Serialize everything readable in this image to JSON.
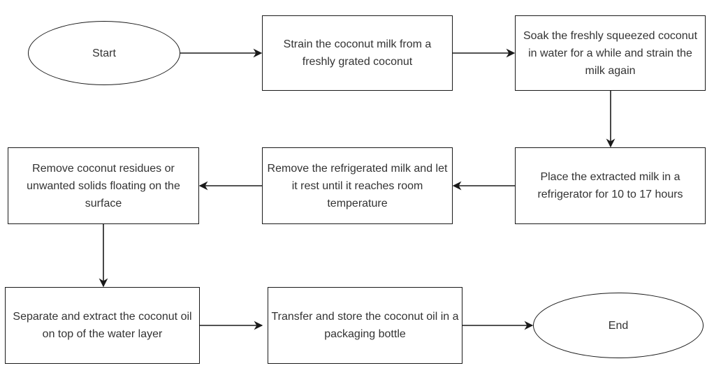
{
  "diagram": {
    "type": "flowchart",
    "title": "Coconut oil extraction process",
    "nodes": [
      {
        "id": "start",
        "shape": "ellipse",
        "label": "Start"
      },
      {
        "id": "step1",
        "shape": "rectangle",
        "label": "Strain the coconut milk from a freshly grated coconut"
      },
      {
        "id": "step2",
        "shape": "rectangle",
        "label": "Soak the freshly squeezed coconut in water for a while and strain the milk again"
      },
      {
        "id": "step3",
        "shape": "rectangle",
        "label": "Place the extracted milk in a refrigerator for 10 to 17 hours"
      },
      {
        "id": "step4",
        "shape": "rectangle",
        "label": "Remove the refrigerated milk and let it rest until it reaches room temperature"
      },
      {
        "id": "step5",
        "shape": "rectangle",
        "label": "Remove coconut residues or unwanted solids floating on the surface"
      },
      {
        "id": "step6",
        "shape": "rectangle",
        "label": "Separate and extract the coconut oil on top of the water layer"
      },
      {
        "id": "step7",
        "shape": "rectangle",
        "label": "Transfer and store the coconut oil in a packaging bottle"
      },
      {
        "id": "end",
        "shape": "ellipse",
        "label": "End"
      }
    ],
    "edges": [
      {
        "from": "start",
        "to": "step1"
      },
      {
        "from": "step1",
        "to": "step2"
      },
      {
        "from": "step2",
        "to": "step3"
      },
      {
        "from": "step3",
        "to": "step4"
      },
      {
        "from": "step4",
        "to": "step5"
      },
      {
        "from": "step5",
        "to": "step6"
      },
      {
        "from": "step6",
        "to": "step7"
      },
      {
        "from": "step7",
        "to": "end"
      }
    ],
    "colors": {
      "stroke": "#1a1a1a",
      "text": "#333333",
      "fill": "#ffffff"
    }
  }
}
